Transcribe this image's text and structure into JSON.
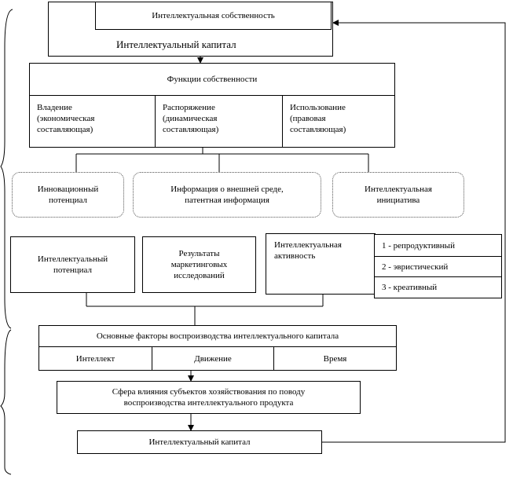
{
  "top": {
    "ip_title": "Интеллектуальная собственность",
    "ic_title": "Интеллектуальный капитал"
  },
  "functions": {
    "title": "Функции собственности",
    "cols": [
      "Владение\n(экономическая\nсоставляющая)",
      "Распоряжение\n(динамическая\nсоставляющая)",
      "Использование\n(правовая\nсоставляющая)"
    ]
  },
  "dotted": [
    "Инновационный\nпотенциал",
    "Информация о внешней среде,\nпатентная информация",
    "Интеллектуальная\nинициатива"
  ],
  "mid": {
    "intel_potential": "Интеллектуальный\nпотенциал",
    "marketing": "Результаты\nмаркетинговых\nисследований",
    "activity": "Интеллектуальная\nактивность",
    "types": [
      "1  - репродуктивный",
      "2 - эвристический",
      "3 - креативный"
    ]
  },
  "factors": {
    "title": "Основные факторы воспроизводства интеллектуального капитала",
    "cols": [
      "Интеллект",
      "Движение",
      "Время"
    ]
  },
  "sphere": "Сфера влияния субъектов хозяйствования по поводу\nвоспроизводства интеллектуального продукта",
  "bottom": "Интеллектуальный капитал"
}
